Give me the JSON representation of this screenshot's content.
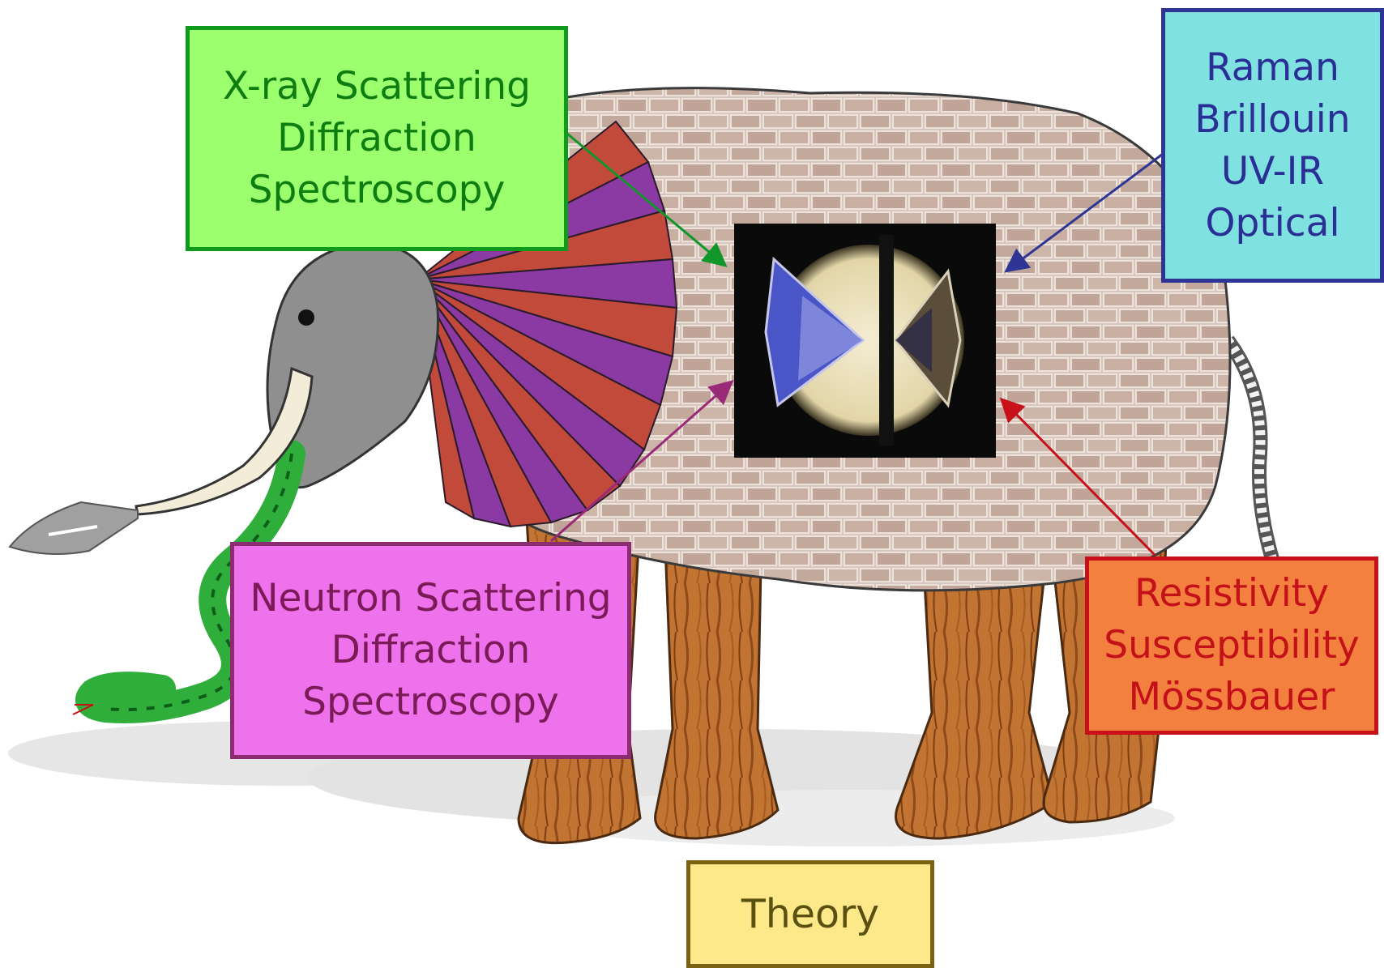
{
  "colors": {
    "xray": {
      "fill": "#9cff6e",
      "border": "#0f9a1e",
      "text": "#0d7d12"
    },
    "raman": {
      "fill": "#80e2e0",
      "border": "#2e3594",
      "text": "#2a2f96"
    },
    "neutron": {
      "fill": "#ee72ec",
      "border": "#8c2a72",
      "text": "#7a1a56"
    },
    "resistivity": {
      "fill": "#f48040",
      "border": "#c8101a",
      "text": "#c41018"
    },
    "theory": {
      "fill": "#fde98a",
      "border": "#7a6212",
      "text": "#5a5010"
    },
    "elephant_head": "#8f8f8f",
    "stone": "#c9b2a6",
    "wood": "#b8682a",
    "fan_purple": "#8a3aa2",
    "fan_red": "#c24a3a",
    "snake": "#2fae3c",
    "tusk": "#f2ecd8"
  },
  "boxes": {
    "xray": {
      "lines": [
        "X-ray Scattering",
        "Diffraction",
        "Spectroscopy"
      ]
    },
    "raman": {
      "lines": [
        "Raman",
        "Brillouin",
        "UV-IR",
        "Optical"
      ]
    },
    "neutron": {
      "lines": [
        "Neutron Scattering",
        "Diffraction",
        "Spectroscopy"
      ]
    },
    "resistivity": {
      "lines": [
        "Resistivity",
        "Susceptibility",
        "Mössbauer"
      ]
    },
    "theory": {
      "lines": [
        "Theory"
      ]
    }
  },
  "icons": {
    "elephant": "elephant-illustration",
    "center": "diamond-anvil-cell-photo"
  }
}
